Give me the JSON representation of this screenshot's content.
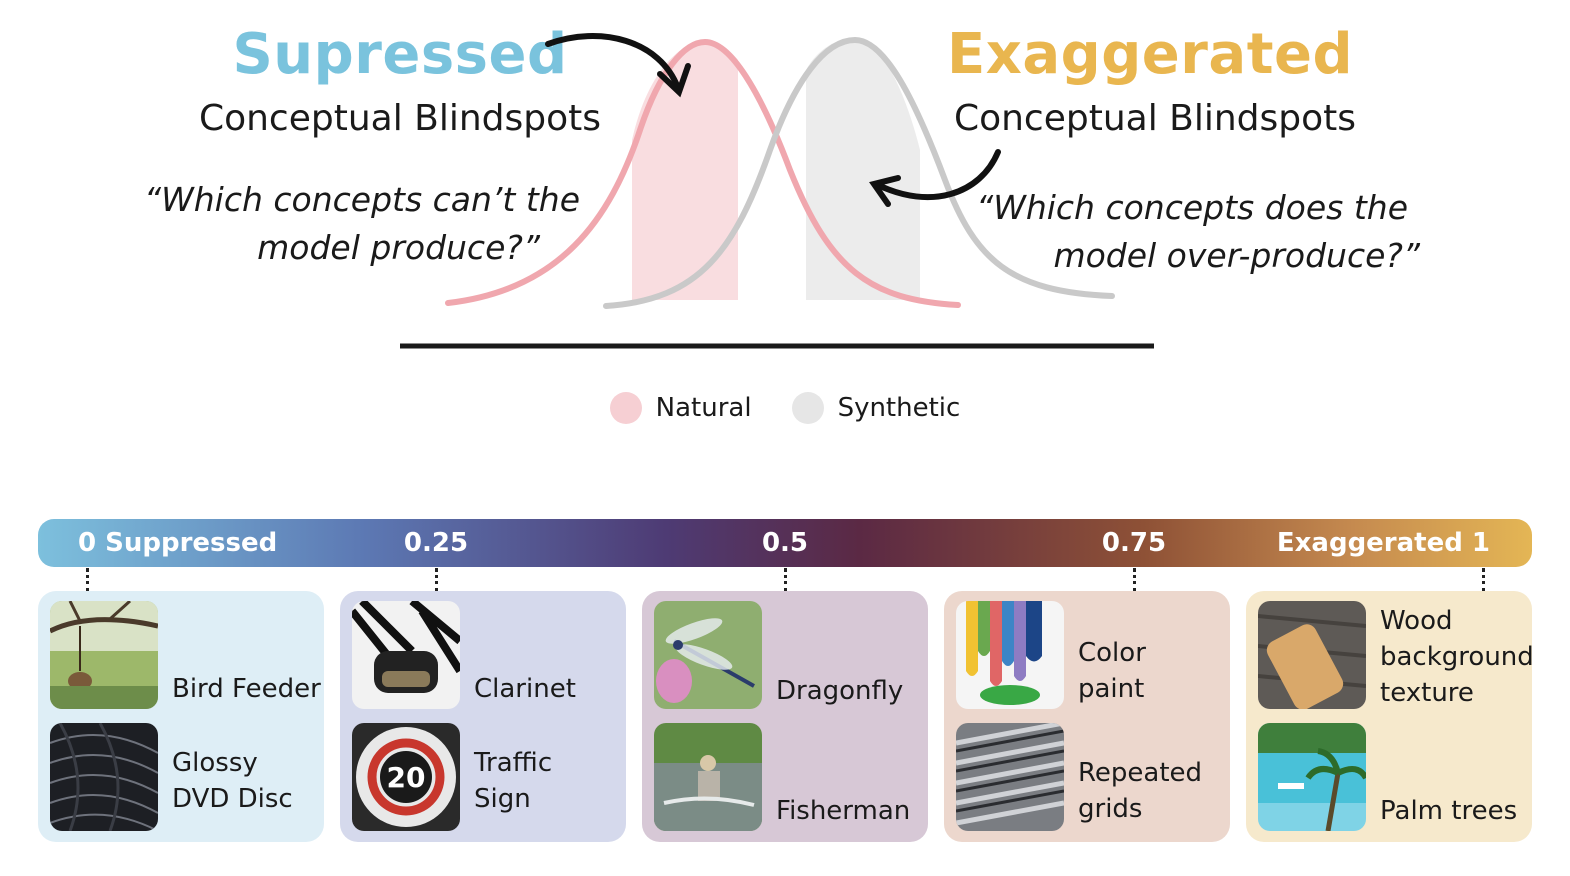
{
  "titles": {
    "suppressed": "Supressed",
    "exaggerated": "Exaggerated",
    "subtitle": "Conceptual Blindspots",
    "quote_left_1": "“Which concepts can’t the",
    "quote_left_2": "model produce?”",
    "quote_right_1": "“Which concepts does the",
    "quote_right_2": "model over-produce?”"
  },
  "legend": [
    {
      "label": "Natural",
      "color": "#f6cfd3"
    },
    {
      "label": "Synthetic",
      "color": "#e6e6e6"
    }
  ],
  "scale": {
    "ticks": [
      {
        "value": 0,
        "text": "0 Suppressed"
      },
      {
        "value": 0.25,
        "text": "0.25"
      },
      {
        "value": 0.5,
        "text": "0.5"
      },
      {
        "value": 0.75,
        "text": "0.75"
      },
      {
        "value": 1,
        "text": "Exaggerated 1"
      }
    ]
  },
  "panels": [
    {
      "items": [
        {
          "label": "Bird Feeder",
          "icon": "bird-feeder-image"
        },
        {
          "label": "Glossy DVD Disc",
          "icon": "dvd-disc-image"
        }
      ]
    },
    {
      "items": [
        {
          "label": "Clarinet",
          "icon": "clarinet-image"
        },
        {
          "label": "Traffic Sign",
          "icon": "traffic-sign-image"
        }
      ]
    },
    {
      "items": [
        {
          "label": "Dragonfly",
          "icon": "dragonfly-image"
        },
        {
          "label": "Fisherman",
          "icon": "fisherman-image"
        }
      ]
    },
    {
      "items": [
        {
          "label": "Color paint",
          "icon": "color-paint-image"
        },
        {
          "label": "Repeated grids",
          "icon": "repeated-grids-image"
        }
      ]
    },
    {
      "items": [
        {
          "label": "Wood background texture",
          "icon": "wood-texture-image"
        },
        {
          "label": "Palm trees",
          "icon": "palm-trees-image"
        }
      ]
    }
  ],
  "colors": {
    "natural_curve": "#f0a7ae",
    "natural_fill": "#f9dde0",
    "synthetic_curve": "#c9c9c9",
    "synthetic_fill": "#ececec",
    "panel_fills": [
      "#deeef6",
      "#d5d9ec",
      "#d7c8d6",
      "#ecd7cd",
      "#f6e9cc"
    ]
  }
}
